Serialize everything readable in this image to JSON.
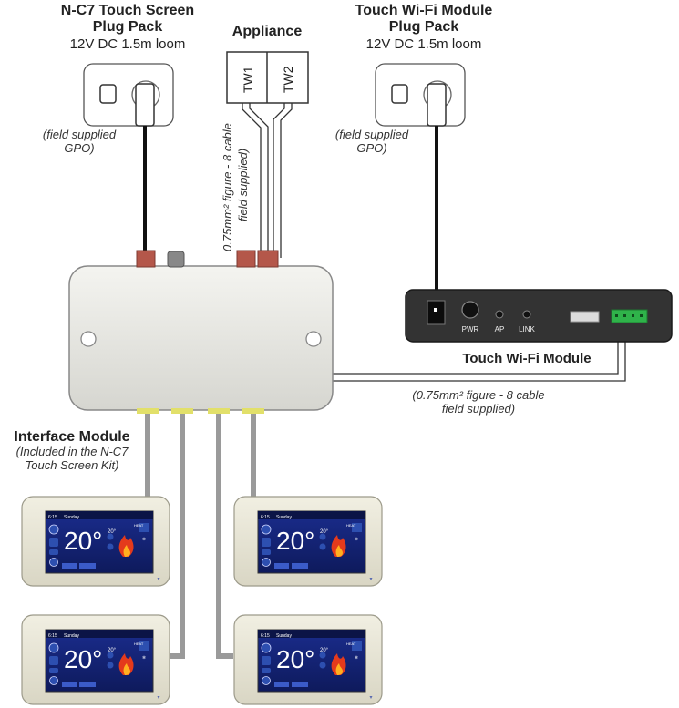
{
  "nc7": {
    "title_line1": "N-C7 Touch Screen",
    "title_line2": "Plug Pack",
    "spec": "12V DC 1.5m loom",
    "gpo": "(field supplied\nGPO)"
  },
  "appliance": {
    "title": "Appliance",
    "tw1": "TW1",
    "tw2": "TW2"
  },
  "cable_vertical": {
    "line1": "0.75mm² figure - 8 cable",
    "line2": "field supplied)"
  },
  "wifi_plug": {
    "title_line1": "Touch Wi-Fi Module",
    "title_line2": "Plug Pack",
    "spec": "12V DC 1.5m loom",
    "gpo": "(field supplied\nGPO)"
  },
  "wifi_module": {
    "label": "Touch Wi-Fi Module",
    "pwr": "PWR",
    "ap": "AP",
    "link": "LINK"
  },
  "cable_horizontal": {
    "line1": "(0.75mm² figure - 8 cable",
    "line2": "field supplied)"
  },
  "interface": {
    "title": "Interface Module",
    "note_line1": "(Included in the N-C7",
    "note_line2": "Touch Screen Kit)"
  },
  "screen": {
    "time": "6:15",
    "day": "Sunday",
    "temp": "20°",
    "mode": "HEAT",
    "set": "20°"
  },
  "colors": {
    "wire": "#111111",
    "cable_gray": "#9a9a9a",
    "connector": "#b4574a",
    "screen_blue": "#14237a",
    "terminal_green": "#2fb34a"
  }
}
